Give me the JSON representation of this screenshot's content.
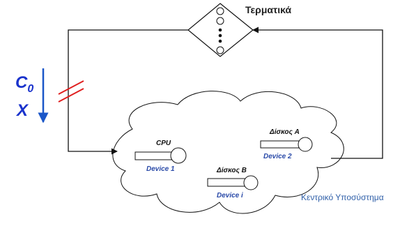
{
  "terminals": {
    "label": "Τερματικά"
  },
  "subsystem": {
    "label": "Κεντρικό Υποσύστημα"
  },
  "population": {
    "c_symbol": "C",
    "c_subscript": "0",
    "x_symbol": "X"
  },
  "devices": [
    {
      "name": "CPU",
      "id": "Device 1"
    },
    {
      "name": "Δίσκος B",
      "id": "Device i"
    },
    {
      "name": "Δίσκος A",
      "id": "Device 2"
    }
  ],
  "colors": {
    "line": "#111111",
    "population_arrow": "#1a56c8",
    "cut_marks": "#e02020",
    "label_blue": "#2f5fa8"
  }
}
